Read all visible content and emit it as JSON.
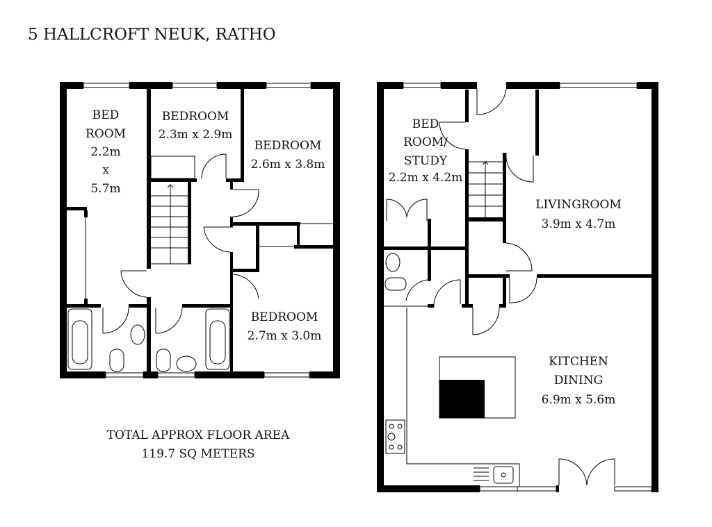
{
  "title": "5 HALLCROFT NEUK, RATHO",
  "upper_floor": {
    "rooms": [
      {
        "lines": [
          "BED",
          "ROOM",
          "2.2m",
          "x",
          "5.7m"
        ]
      },
      {
        "lines": [
          "BEDROOM",
          "2.3m x 2.9m"
        ]
      },
      {
        "lines": [
          "BEDROOM",
          "2.6m x 3.8m"
        ]
      },
      {
        "lines": [
          "BEDROOM",
          "2.7m x 3.0m"
        ]
      }
    ]
  },
  "ground_floor": {
    "rooms": [
      {
        "lines": [
          "BED",
          "ROOM/",
          "STUDY",
          "2.2m x 4.2m"
        ]
      },
      {
        "lines": [
          "LIVINGROOM",
          "3.9m x 4.7m"
        ]
      },
      {
        "lines": [
          "KITCHEN",
          "DINING",
          "6.9m x 5.6m"
        ]
      }
    ]
  },
  "total_area": {
    "line1": "TOTAL APPROX FLOOR AREA",
    "line2": "119.7 SQ METERS"
  }
}
